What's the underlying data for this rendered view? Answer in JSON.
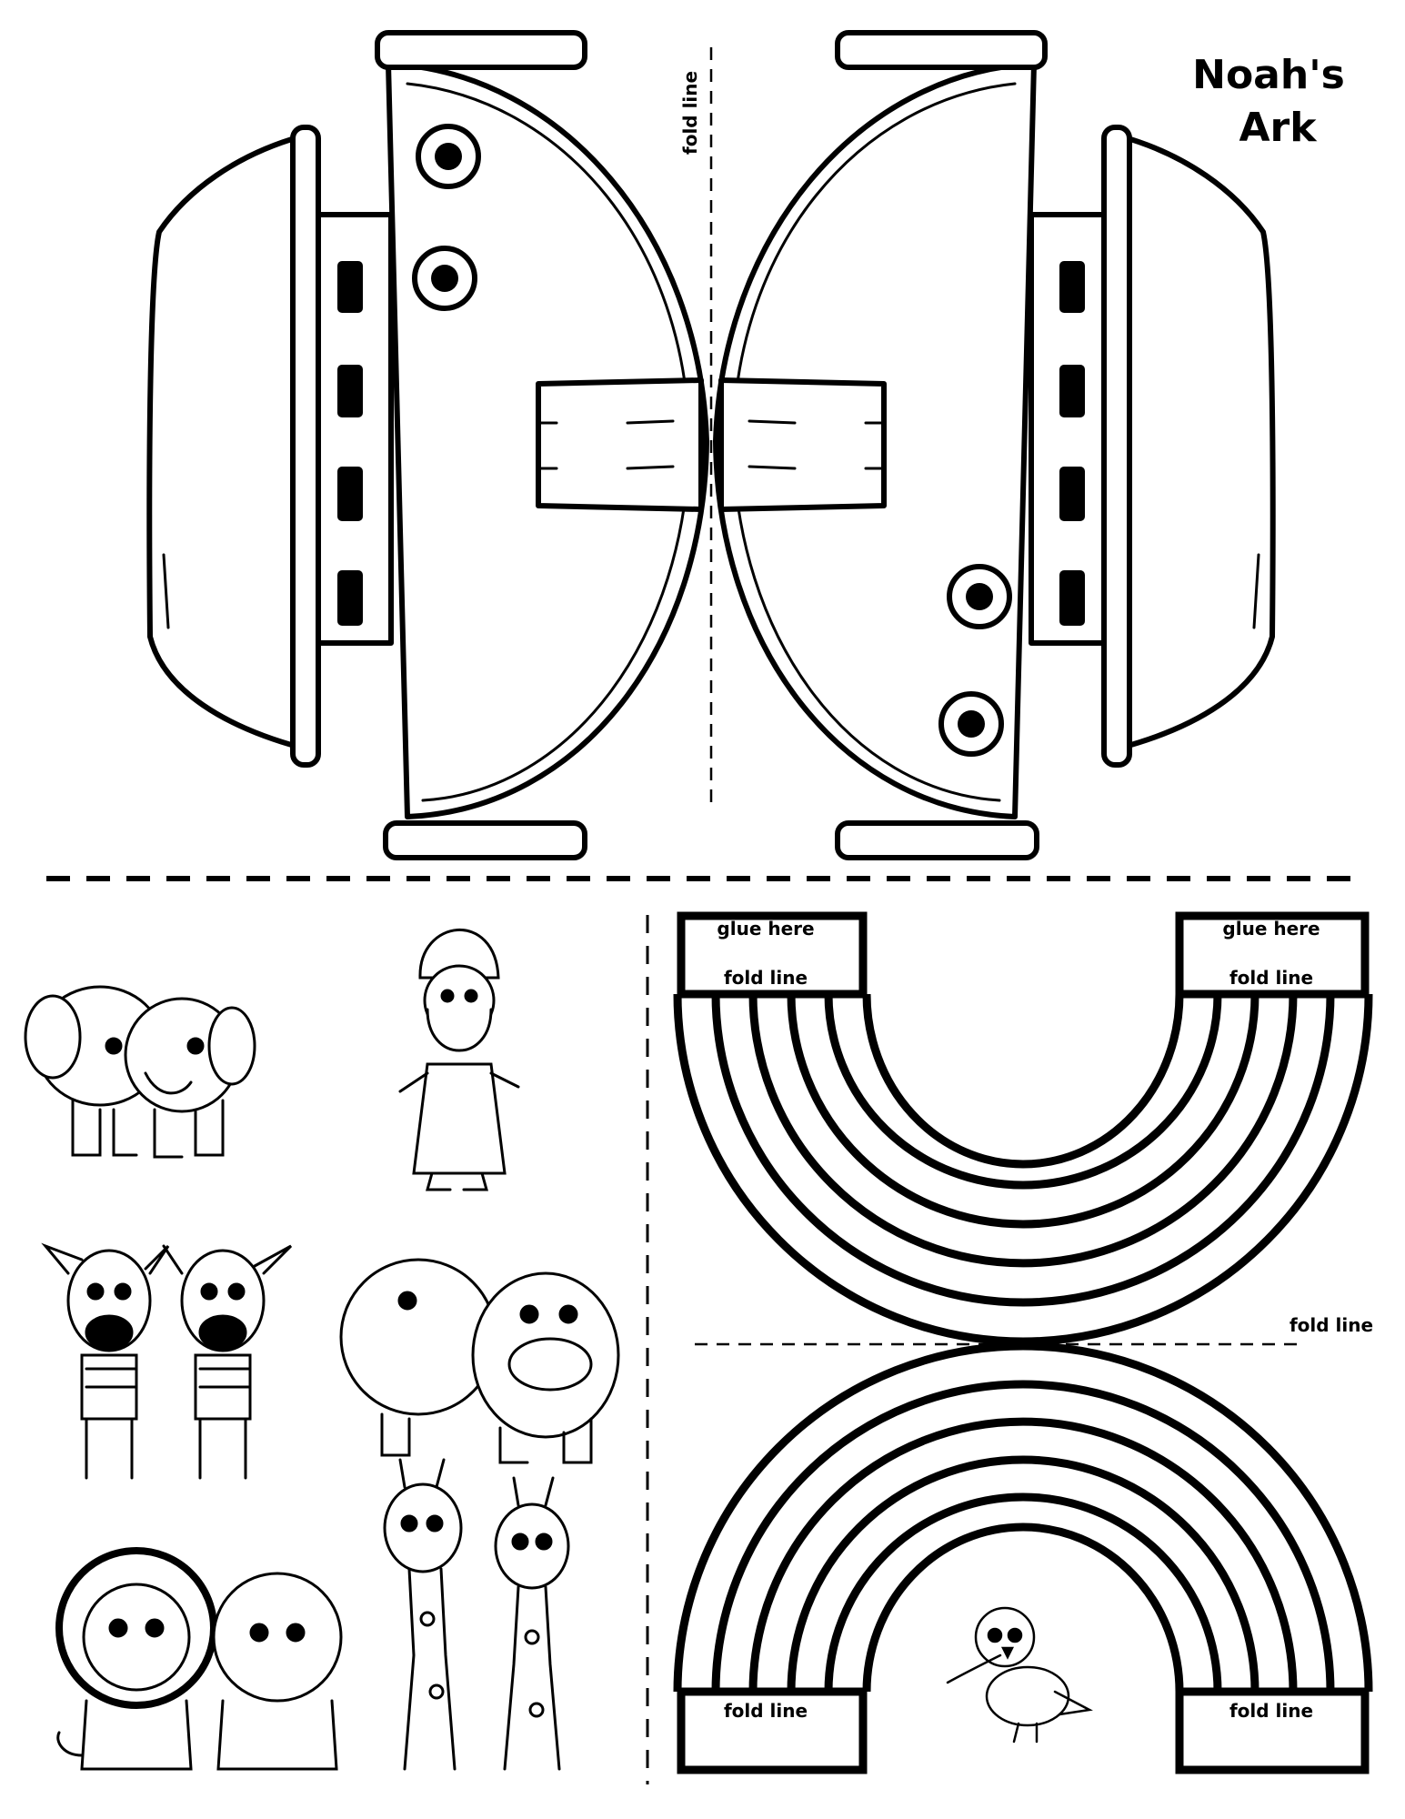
{
  "title": {
    "line1": "Noah's",
    "line2": "Ark"
  },
  "ark": {
    "fold_label": "fold line"
  },
  "rainbow": {
    "glue_label": "glue here",
    "fold_label": "fold line",
    "middle_fold_label": "fold line"
  },
  "figures": [
    "elephants",
    "noah",
    "zebras",
    "hippos",
    "lions",
    "giraffes",
    "dove"
  ],
  "colors": {
    "ink": "#000000",
    "paper": "#ffffff"
  }
}
